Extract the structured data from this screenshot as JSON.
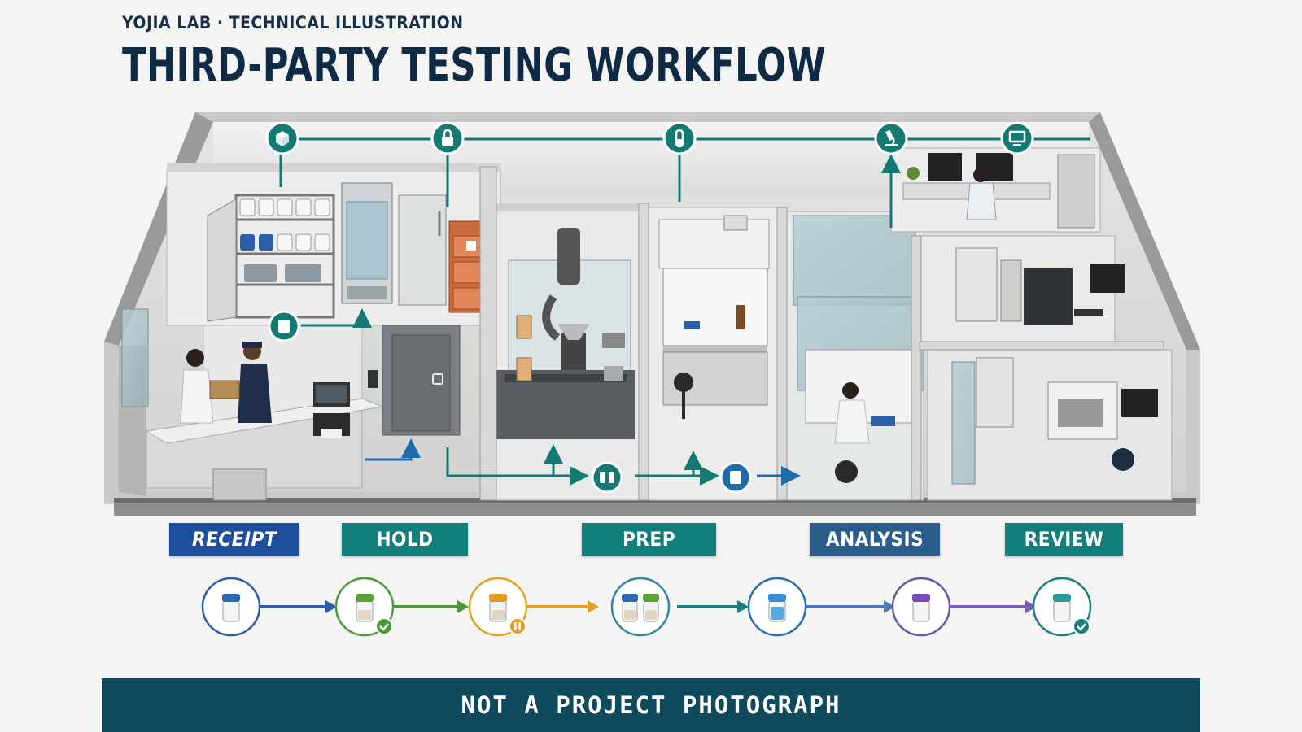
{
  "header": {
    "eyebrow": "YOJIA LAB · TECHNICAL ILLUSTRATION",
    "title": "THIRD-PARTY TESTING WORKFLOW"
  },
  "stages": [
    {
      "label": "RECEIPT",
      "color": "#1d4f9c",
      "italic": true
    },
    {
      "label": "HOLD",
      "color": "#11807d",
      "italic": false
    },
    {
      "label": "PREP",
      "color": "#11807d",
      "italic": false
    },
    {
      "label": "ANALYSIS",
      "color": "#2b5e8c",
      "italic": false
    },
    {
      "label": "REVIEW",
      "color": "#11807d",
      "italic": false
    }
  ],
  "flow_icons": [
    "box-icon",
    "lock-icon",
    "test-tube-icon",
    "microscope-icon",
    "monitor-icon"
  ],
  "sample_sequence": [
    {
      "icon": "jar-icon",
      "cap_color": "#2c68b8",
      "ring_color": "#2c5fa8",
      "fill": "empty",
      "badge": "none"
    },
    {
      "icon": "jar-icon",
      "cap_color": "#5aa437",
      "ring_color": "#4a9a3a",
      "fill": "sample",
      "badge": "check"
    },
    {
      "icon": "jar-icon",
      "cap_color": "#e29a1f",
      "ring_color": "#e0a020",
      "fill": "sample",
      "badge": "pause"
    },
    {
      "icon": "jar-pair-icon",
      "cap_color": "#2c68b8",
      "ring_color": "#2f86a8",
      "fill": "sample",
      "badge": "none"
    },
    {
      "icon": "jar-icon",
      "cap_color": "#3a8fd8",
      "ring_color": "#2c6fb0",
      "fill": "liquid",
      "badge": "none"
    },
    {
      "icon": "jar-icon",
      "cap_color": "#7a4bb8",
      "ring_color": "#6a55a8",
      "fill": "empty",
      "badge": "none"
    },
    {
      "icon": "jar-icon",
      "cap_color": "#2a9a96",
      "ring_color": "#1d7f7c",
      "fill": "empty",
      "badge": "check"
    }
  ],
  "footer": {
    "text": "NOT A PROJECT PHOTOGRAPH"
  },
  "colors": {
    "flow_teal": "#137a73",
    "flow_blue": "#1f6aa8",
    "footer_bg": "#0f4a5c"
  }
}
